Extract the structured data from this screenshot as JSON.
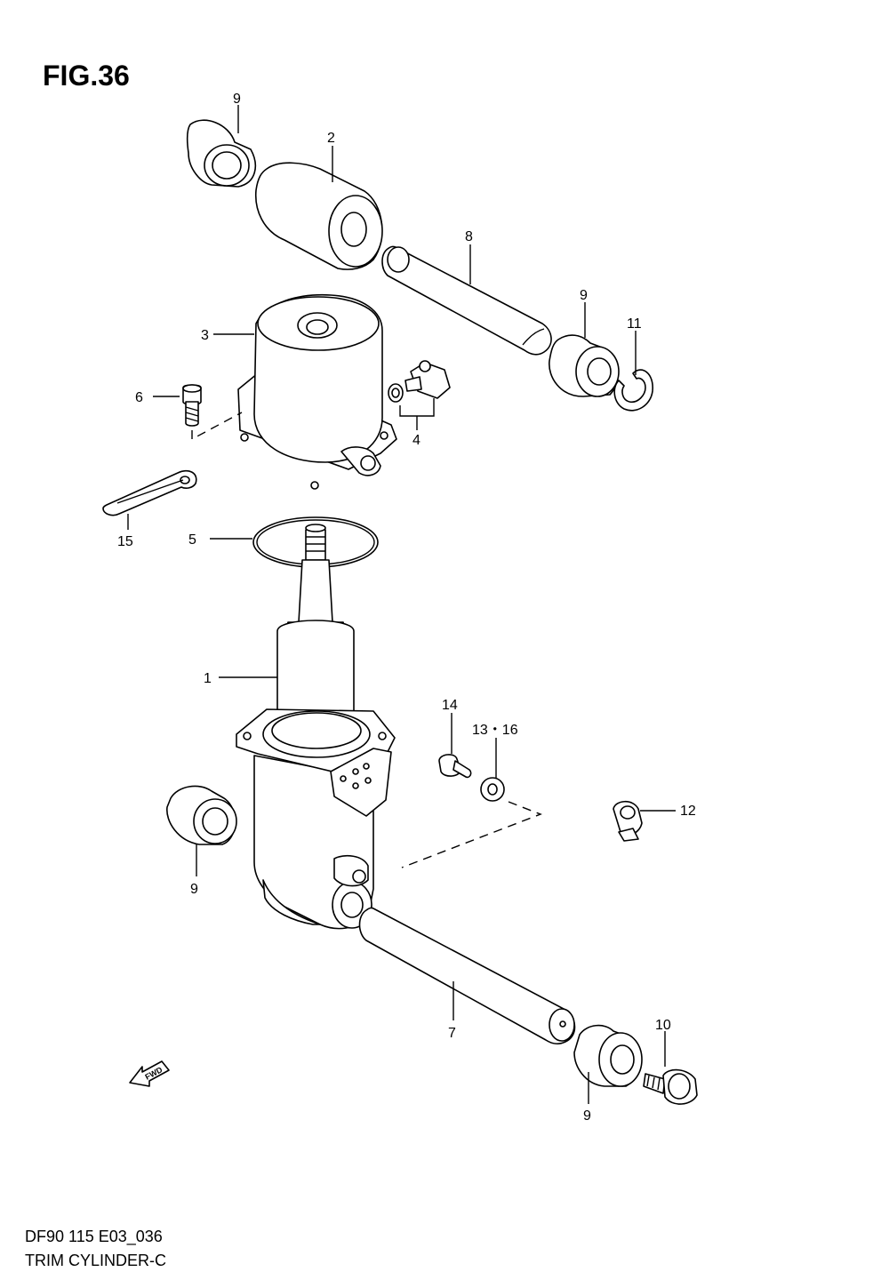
{
  "figure": {
    "title": "FIG.36"
  },
  "footer": {
    "code": "DF90 115 E03_036",
    "name": "TRIM CYLINDER-C"
  },
  "fwd_badge": {
    "label": "FWD"
  },
  "callouts": [
    {
      "id": "c9a",
      "text": "9"
    },
    {
      "id": "c2",
      "text": "2"
    },
    {
      "id": "c8",
      "text": "8"
    },
    {
      "id": "c9b",
      "text": "9"
    },
    {
      "id": "c11",
      "text": "11"
    },
    {
      "id": "c3",
      "text": "3"
    },
    {
      "id": "c6",
      "text": "6"
    },
    {
      "id": "c4",
      "text": "4"
    },
    {
      "id": "c15",
      "text": "15"
    },
    {
      "id": "c5",
      "text": "5"
    },
    {
      "id": "c1",
      "text": "1"
    },
    {
      "id": "c14",
      "text": "14"
    },
    {
      "id": "c1316",
      "text": "13・16"
    },
    {
      "id": "c12",
      "text": "12"
    },
    {
      "id": "c9c",
      "text": "9"
    },
    {
      "id": "c7",
      "text": "7"
    },
    {
      "id": "c10",
      "text": "10"
    },
    {
      "id": "c9d",
      "text": "9"
    }
  ]
}
